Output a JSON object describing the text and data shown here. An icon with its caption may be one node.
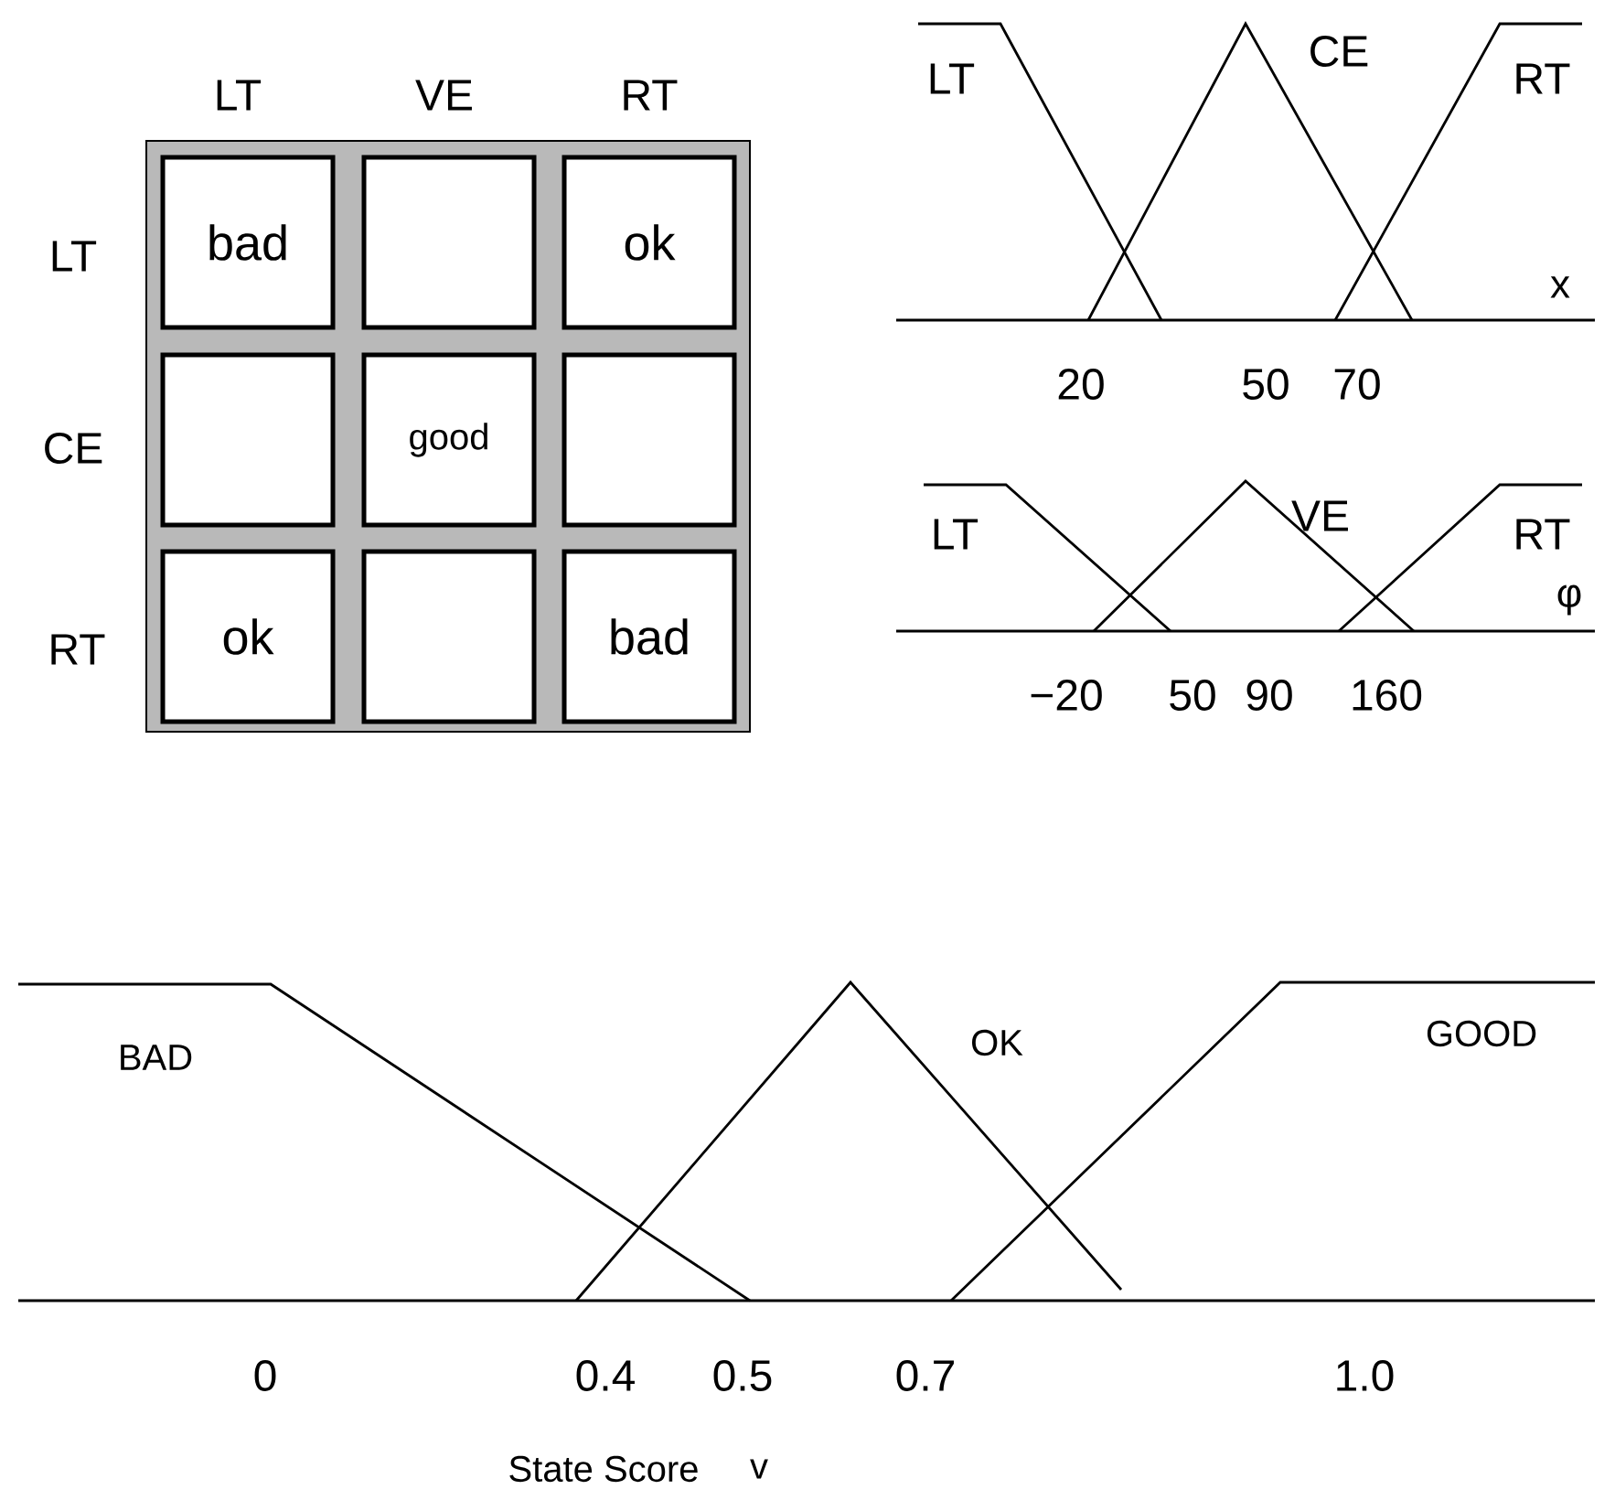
{
  "diagram": {
    "nodes": [
      {
        "text": [],
        "shape": "box"
      },
      {
        "text": [
          "bad"
        ],
        "in": 0
      },
      {
        "text": [],
        "shape": "box",
        "in": 0
      },
      {
        "text": [
          "ok"
        ],
        "in": 0
      },
      {
        "text": [],
        "shape": "box",
        "in": 0
      },
      {
        "text": [
          "good"
        ],
        "in": 0
      },
      {
        "text": [],
        "shape": "box",
        "in": 0
      },
      {
        "text": [
          "ok"
        ],
        "in": 0
      },
      {
        "text": [],
        "shape": "box",
        "in": 0
      },
      {
        "text": [
          "bad"
        ],
        "in": 0
      }
    ],
    "labels": [
      "LT",
      "VE",
      "RT",
      "LT",
      "CE",
      "RT",
      "LT",
      "CE",
      "RT",
      "x",
      "20",
      "50",
      "70",
      "LT",
      "VE",
      "RT",
      "φ",
      "−20",
      "50",
      "90",
      "160",
      "BAD",
      "OK",
      "GOOD",
      "0",
      "0.4",
      "0.5",
      "0.7",
      "1.0",
      "State Score",
      "v"
    ]
  }
}
